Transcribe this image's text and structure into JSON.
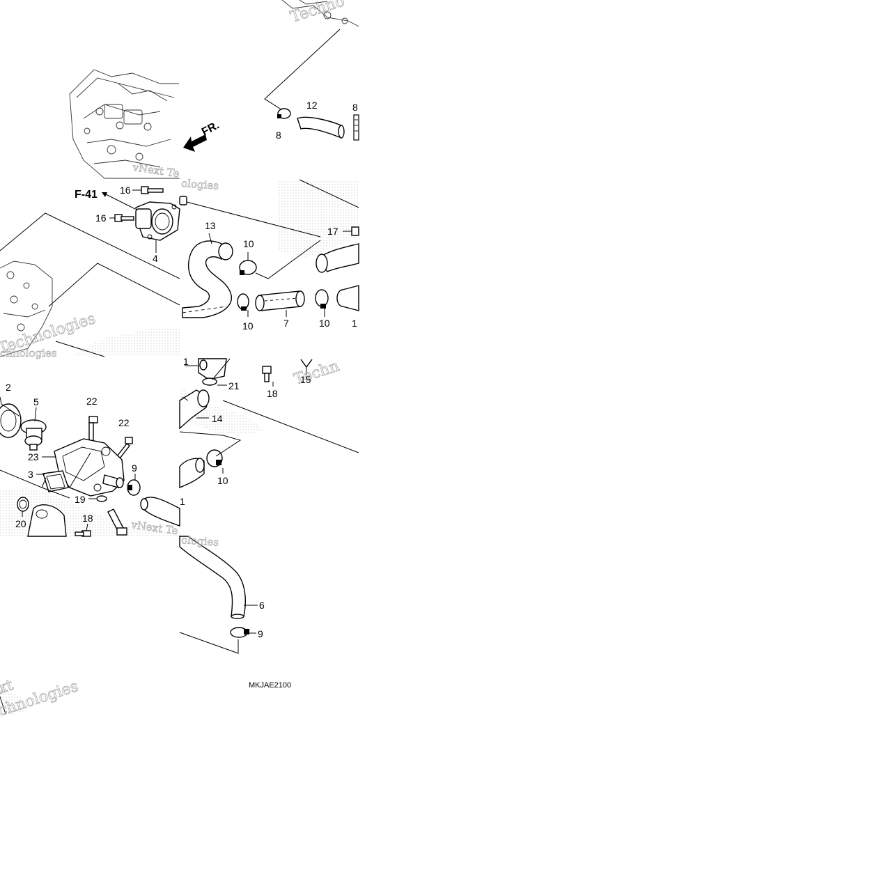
{
  "diagram": {
    "drawing_code": "MKJAE2100",
    "front_marker": "FR.",
    "figure_reference": "F-41",
    "watermarks": [
      "Techno",
      "vNext Te",
      "ologies",
      "Technologies",
      "chnologies",
      "Techn",
      "vNext Te",
      "ologies",
      "xt",
      "chnologies"
    ],
    "labels": [
      "12",
      "8",
      "8",
      "16",
      "16",
      "4",
      "13",
      "10",
      "10",
      "7",
      "10",
      "1",
      "17",
      "2",
      "5",
      "22",
      "22",
      "23",
      "3",
      "9",
      "19",
      "20",
      "18",
      "1",
      "21",
      "18",
      "15",
      "14",
      "10",
      "1",
      "6",
      "9"
    ],
    "colors": {
      "line": "#000000",
      "watermark": "#aaaaaa",
      "stipple": "#bbbbbb"
    }
  }
}
